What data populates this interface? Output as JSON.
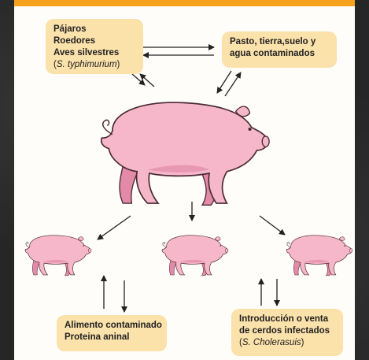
{
  "boxes": {
    "hosts": {
      "lines": [
        "Pájaros",
        "Roedores",
        "Aves silvestres"
      ],
      "species_pre": "(",
      "species_name": "S. typhimurium",
      "species_post": ")"
    },
    "environment": {
      "lines": [
        "Pasto, tierra,suelo y",
        "agua contaminados"
      ]
    },
    "feed": {
      "lines": [
        "Alimento contaminado",
        "Proteina aninal"
      ]
    },
    "trade": {
      "lines": [
        "Introducción o venta",
        "de cerdos infectados"
      ],
      "species_pre": "(",
      "species_name": "S. Cholerasuis",
      "species_post": ")"
    }
  },
  "colors": {
    "accent_bar": "#f6a21c",
    "box_fill": "#fbe1aa",
    "pig_body": "#f5b7c9",
    "pig_shadow": "#e48aa9",
    "pig_outline": "#4a2a36",
    "arrow": "#222222",
    "background": "#fffdf9"
  }
}
